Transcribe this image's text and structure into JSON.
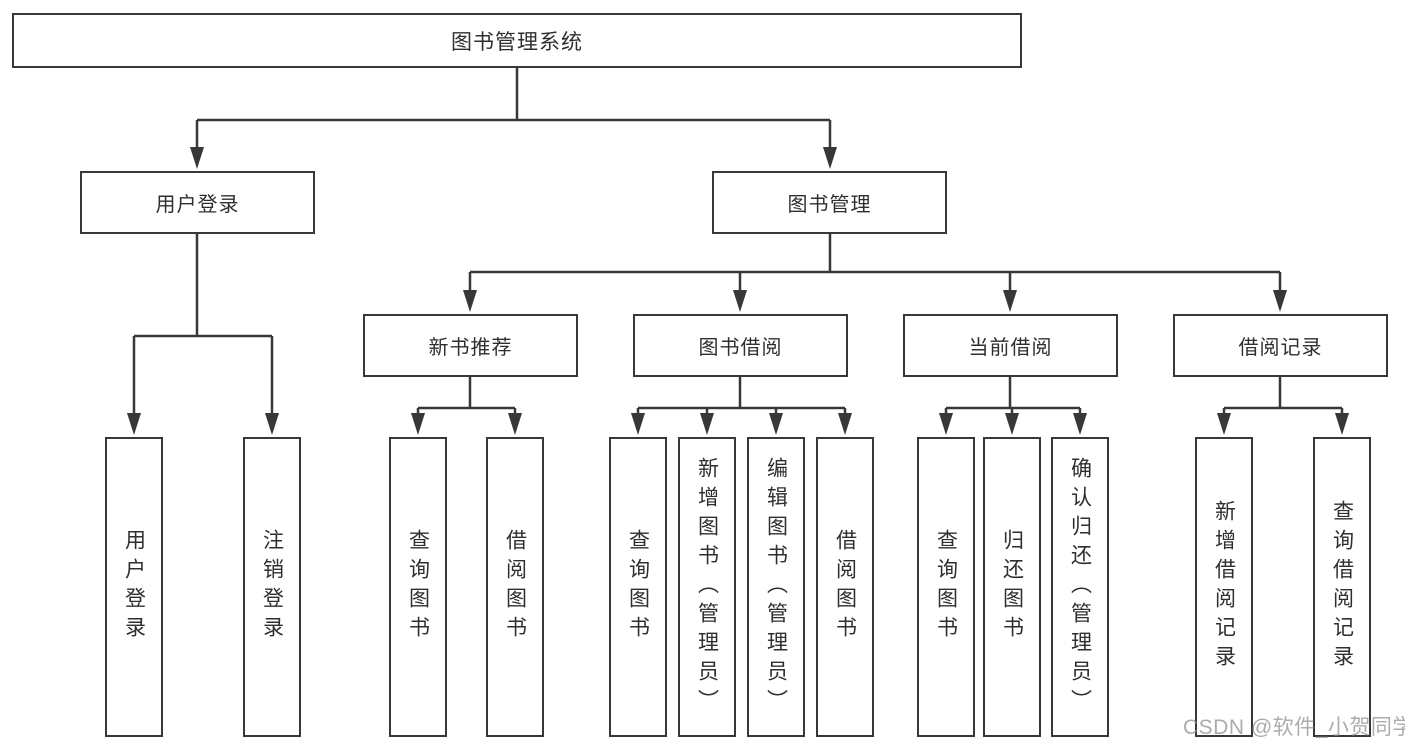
{
  "tree": {
    "root": "图书管理系统",
    "children": [
      {
        "label": "用户登录",
        "children": [
          "用户登录",
          "注销登录"
        ]
      },
      {
        "label": "图书管理",
        "children": [
          {
            "label": "新书推荐",
            "children": [
              "查询图书",
              "借阅图书"
            ]
          },
          {
            "label": "图书借阅",
            "children": [
              "查询图书",
              "新增图书（管理员）",
              "编辑图书（管理员）",
              "借阅图书"
            ]
          },
          {
            "label": "当前借阅",
            "children": [
              "查询图书",
              "归还图书",
              "确认归还（管理员）"
            ]
          },
          {
            "label": "借阅记录",
            "children": [
              "新增借阅记录",
              "查询借阅记录"
            ]
          }
        ]
      }
    ]
  },
  "watermark": {
    "text": "CSDN @软件_小贺同学"
  },
  "colors": {
    "line": "#383838",
    "box_border": "#383838",
    "text": "#2f2f2f",
    "background": "#ffffff",
    "watermark": "rgba(140,140,140,0.72)"
  }
}
